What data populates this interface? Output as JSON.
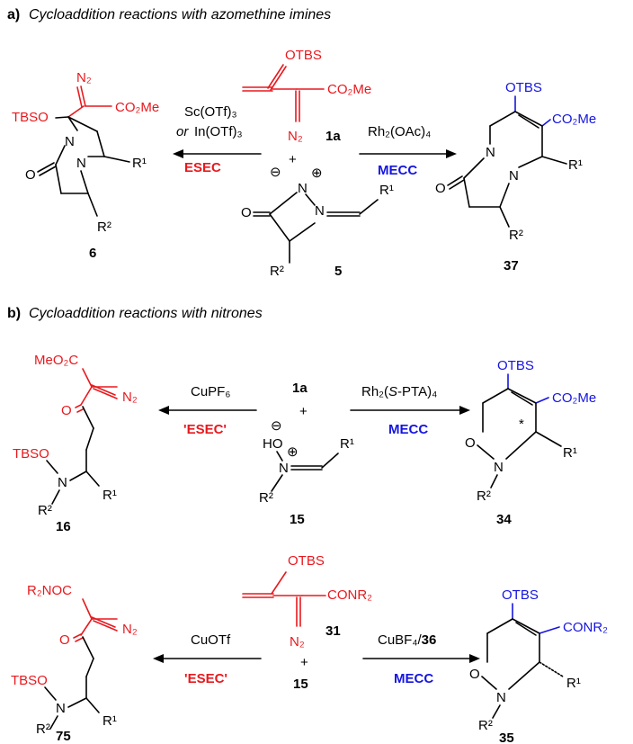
{
  "section_a": {
    "letter": "a)",
    "title": "Cycloaddition reactions with azomethine imines",
    "reagent_top": {
      "label": "1a",
      "otbs": "OTBS",
      "ester": "CO₂Me",
      "n2": "N₂"
    },
    "dipole": {
      "label": "5",
      "o": "O",
      "n_minus": "N",
      "n_plus": "N",
      "r1": "R¹",
      "r2": "R²",
      "minus": "⊖",
      "plus": "⊕",
      "plus_sign": "+"
    },
    "left_arrow": {
      "line1": "Sc(OTf)₃",
      "line2_or": "or",
      "line2_rest": "In(OTf)₃",
      "tag": "ESEC"
    },
    "right_arrow": {
      "line1": "Rh₂(OAc)₄",
      "tag": "MECC"
    },
    "product_left": {
      "label": "6",
      "n2": "N₂",
      "ester": "CO₂Me",
      "otbs": "TBSO",
      "o": "O",
      "n1": "N",
      "n2atom": "N",
      "r1": "R¹",
      "r2": "R²"
    },
    "product_right": {
      "label": "37",
      "otbs": "OTBS",
      "ester": "CO₂Me",
      "o": "O",
      "n1": "N",
      "n2atom": "N",
      "r1": "R¹",
      "r2": "R²"
    }
  },
  "section_b": {
    "letter": "b)",
    "title": "Cycloaddition reactions with nitrones",
    "row1": {
      "reagent_label": "1a",
      "plus_sign": "+",
      "nitrone": {
        "label": "15",
        "ho": "HO",
        "n": "N",
        "r1": "R¹",
        "r2": "R²",
        "minus": "⊖",
        "plus": "⊕"
      },
      "left_arrow": {
        "line1": "CuPF₆",
        "tag": "'ESEC'"
      },
      "right_arrow": {
        "line1_a": "Rh₂(",
        "line1_b": "S",
        "line1_c": "-PTA)₄",
        "tag": "MECC"
      },
      "product_left": {
        "label": "16",
        "ester": "MeO₂C",
        "n2": "N₂",
        "o": "O",
        "tbso": "TBSO",
        "n": "N",
        "r1": "R¹",
        "r2": "R²"
      },
      "product_right": {
        "label": "34",
        "otbs": "OTBS",
        "ester": "CO₂Me",
        "o": "O",
        "n": "N",
        "r1": "R¹",
        "r2": "R²",
        "star": "*"
      }
    },
    "row2": {
      "reagent": {
        "label": "31",
        "otbs": "OTBS",
        "amide": "CONR₂",
        "n2": "N₂"
      },
      "plus_sign": "+",
      "nitrone_label": "15",
      "left_arrow": {
        "line1": "CuOTf",
        "tag": "'ESEC'"
      },
      "right_arrow": {
        "line1": "CuBF₄/",
        "line1_bold": "36",
        "tag": "MECC"
      },
      "product_left": {
        "label": "75",
        "amide": "R₂NOC",
        "n2": "N₂",
        "o": "O",
        "tbso": "TBSO",
        "n": "N",
        "r1": "R¹",
        "r2": "R²"
      },
      "product_right": {
        "label": "35",
        "otbs": "OTBS",
        "amide": "CONR₂",
        "o": "O",
        "n": "N",
        "r1": "R¹",
        "r2": "R²"
      }
    }
  },
  "colors": {
    "esec": "#e8191e",
    "mecc": "#1515e0",
    "text": "#000000"
  }
}
